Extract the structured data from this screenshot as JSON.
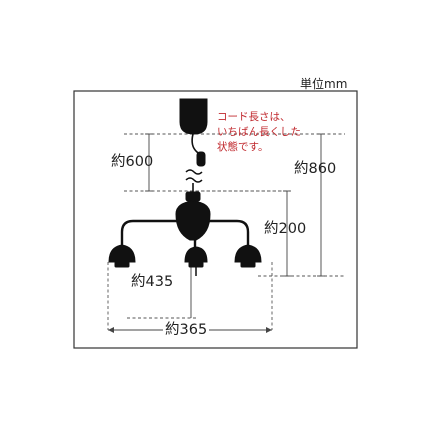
{
  "unit_label": "単位mm",
  "note": {
    "lines": [
      "コード長さは、",
      "いちばん長くした",
      "状態です。"
    ]
  },
  "dimensions": {
    "cord_length": "約600",
    "overall_height": "約860",
    "body_height": "約200",
    "lamp_drop": "約435",
    "width": "約365"
  },
  "colors": {
    "fixture": "#111111",
    "dimension_line": "#444444",
    "note_text": "#c0282d",
    "frame": "#333333"
  }
}
